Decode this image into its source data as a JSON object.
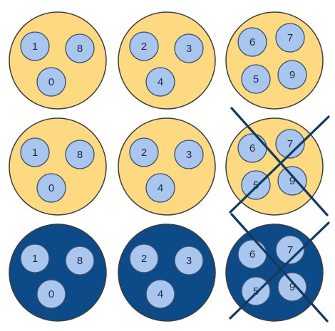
{
  "colors": {
    "background": "#ffffff",
    "group_fill_light": "#fdd982",
    "group_fill_dark": "#0d4a88",
    "group_stroke": "#3d3d3d",
    "ball_fill": "#a9c6ee",
    "ball_stroke": "#3d4e6e",
    "number_text": "#1f2a44",
    "cross_stroke": "#13395f"
  },
  "rows": [
    {
      "groups": [
        {
          "fill": "light",
          "crossed": false,
          "numbers": [
            "1",
            "8",
            "0"
          ]
        },
        {
          "fill": "light",
          "crossed": false,
          "numbers": [
            "2",
            "3",
            "4"
          ]
        },
        {
          "fill": "light",
          "crossed": false,
          "numbers": [
            "6",
            "7",
            "5",
            "9"
          ]
        }
      ]
    },
    {
      "groups": [
        {
          "fill": "light",
          "crossed": false,
          "numbers": [
            "1",
            "8",
            "0"
          ]
        },
        {
          "fill": "light",
          "crossed": false,
          "numbers": [
            "2",
            "3",
            "4"
          ]
        },
        {
          "fill": "light",
          "crossed": true,
          "numbers": [
            "6",
            "7",
            "5",
            "9"
          ]
        }
      ]
    },
    {
      "groups": [
        {
          "fill": "dark",
          "crossed": false,
          "numbers": [
            "1",
            "8",
            "0"
          ]
        },
        {
          "fill": "dark",
          "crossed": false,
          "numbers": [
            "2",
            "3",
            "4"
          ]
        },
        {
          "fill": "dark",
          "crossed": true,
          "numbers": [
            "6",
            "7",
            "5",
            "9"
          ]
        }
      ]
    }
  ]
}
